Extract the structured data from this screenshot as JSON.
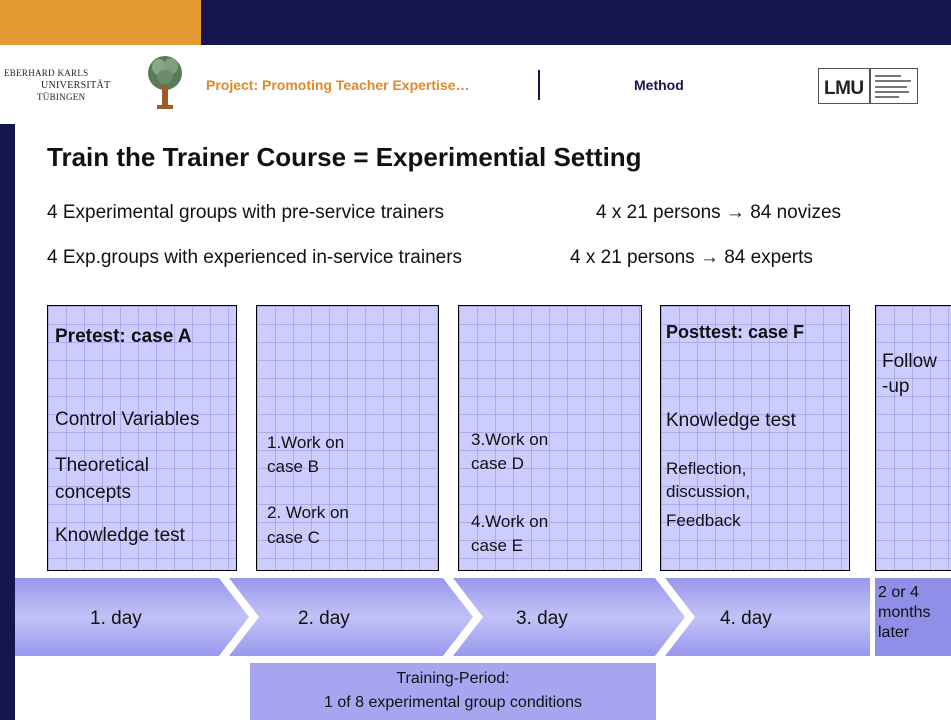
{
  "header": {
    "university": {
      "line1": "EBERHARD KARLS",
      "line2": "UNIVERSITÄT",
      "line3": "TÜBINGEN"
    },
    "project_title": "Project: Promoting Teacher Expertise…",
    "section": "Method",
    "lmu_logo": "LMU"
  },
  "slide": {
    "title": "Train the Trainer Course = Experimential Setting",
    "lines": [
      {
        "left": "4 Experimental groups with pre-service trainers",
        "right": "4 x 21 persons → 84 novizes"
      },
      {
        "left": "4 Exp.groups with experienced in-service trainers",
        "right": "4 x 21 persons → 84 experts"
      }
    ]
  },
  "panels": {
    "p1": {
      "heading": "Pretest: case A",
      "items": [
        "Control Variables",
        "Theoretical",
        "concepts",
        "Knowledge test"
      ]
    },
    "p2": {
      "items": [
        "1.Work on",
        "case B",
        "2. Work on",
        "case C"
      ]
    },
    "p3": {
      "items": [
        "3.Work on",
        "case D",
        "4.Work on",
        "case E"
      ]
    },
    "p4": {
      "heading": "Posttest: case F",
      "items": [
        "Knowledge test",
        "Reflection,",
        "discussion,",
        "Feedback"
      ]
    },
    "p5": {
      "items": [
        "Follow",
        "-up"
      ]
    }
  },
  "timeline": {
    "days": [
      "1. day",
      "2. day",
      "3. day",
      "4. day"
    ],
    "later": [
      "2 or 4",
      "months",
      "later"
    ]
  },
  "training": {
    "line1": "Training-Period:",
    "line2": "1 of 8 experimental group conditions"
  },
  "colors": {
    "navy": "#16164e",
    "orange": "#e39a32",
    "panel": "#ccccff",
    "arrow": "#8f8fe8"
  }
}
